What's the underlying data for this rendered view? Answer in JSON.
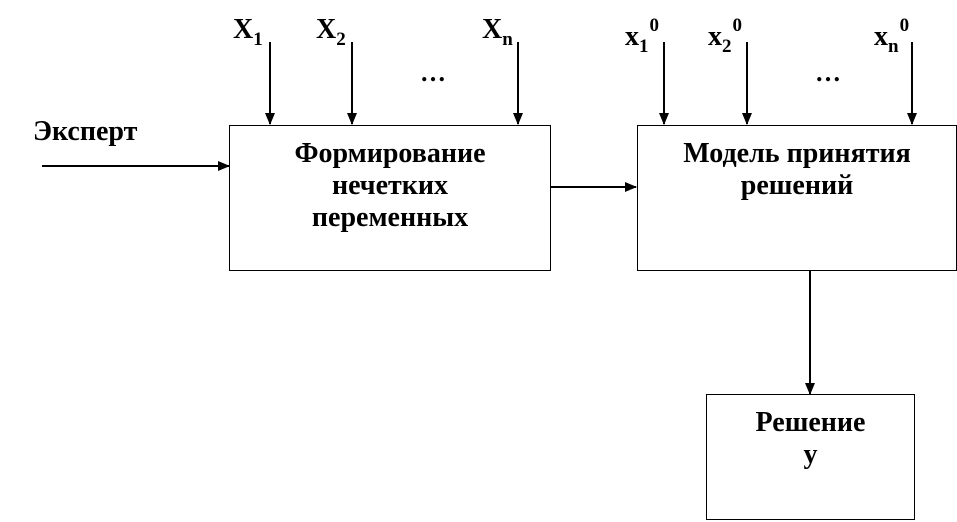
{
  "inputs_top_left": [
    {
      "base": "X",
      "sub": "1"
    },
    {
      "base": "X",
      "sub": "2"
    },
    {
      "base": "X",
      "sub": "n"
    }
  ],
  "inputs_top_right": [
    {
      "base": "x",
      "sub": "1",
      "sup": "0"
    },
    {
      "base": "x",
      "sub": "2",
      "sup": "0"
    },
    {
      "base": "x",
      "sub": "n",
      "sup": "0"
    }
  ],
  "ellipsis": "…",
  "expert_label": "Эксперт",
  "box_fuzzy": {
    "lines": [
      "Формирование",
      "нечетких",
      "переменных"
    ]
  },
  "box_model": {
    "lines": [
      "Модель принятия",
      "решений"
    ]
  },
  "box_decision": {
    "lines": [
      "Решение",
      "y"
    ]
  }
}
